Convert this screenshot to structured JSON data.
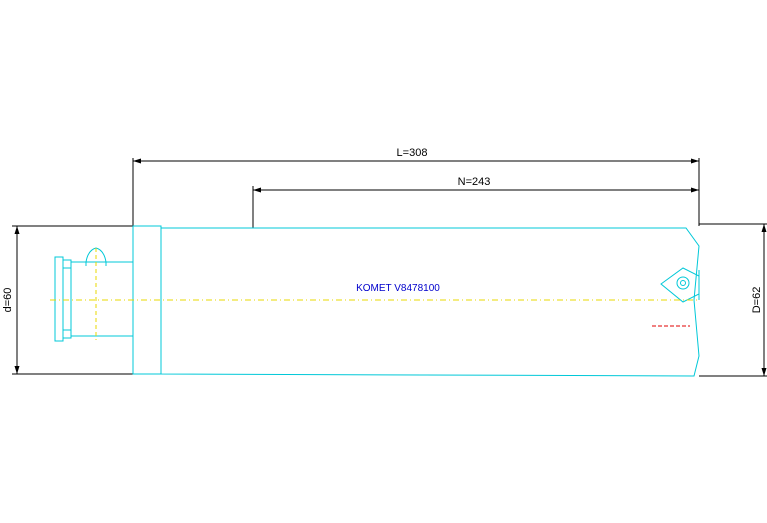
{
  "dimensions": {
    "overall_length": "L=308",
    "working_length": "N=243",
    "shank_diameter": "d=60",
    "cutting_diameter": "D=62"
  },
  "part_label": "KOMET V8478100",
  "colors": {
    "outline": "#00c8d8",
    "dimension": "#000000",
    "centerline": "#e8d800",
    "label": "#0000cc",
    "hidden_line": "#e00000",
    "background": "#ffffff"
  }
}
